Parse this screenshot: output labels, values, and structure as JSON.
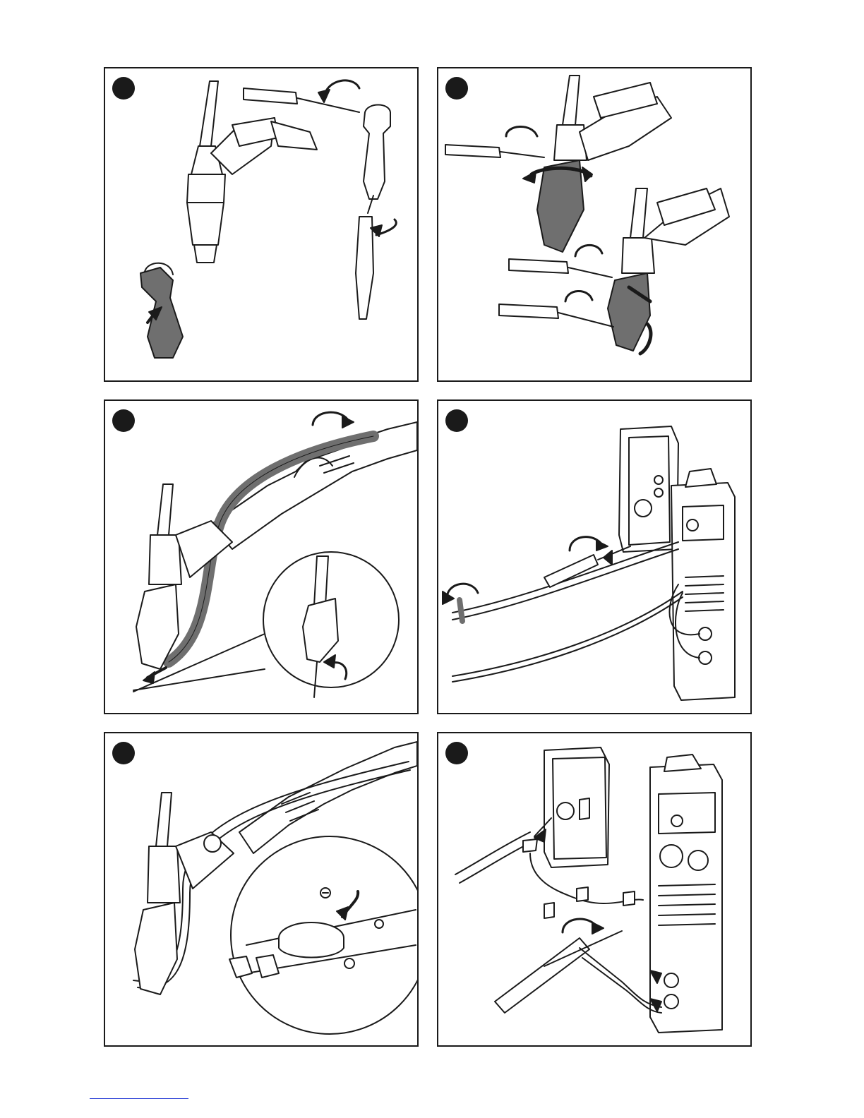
{
  "page": {
    "panels": [
      {
        "id": "p1",
        "illustration": "torch-clamp-mount"
      },
      {
        "id": "p2",
        "illustration": "screwdriver-tighten"
      },
      {
        "id": "p3",
        "illustration": "cable-routing"
      },
      {
        "id": "p4",
        "illustration": "power-source-connect"
      },
      {
        "id": "p5",
        "illustration": "adjust-knob-detail"
      },
      {
        "id": "p6",
        "illustration": "control-cable-connect"
      }
    ],
    "colors": {
      "line": "#1a1a1a",
      "fill": "#ffffff",
      "shade": "#6f6f6f",
      "footer_rule": "#2b3fd6"
    }
  }
}
